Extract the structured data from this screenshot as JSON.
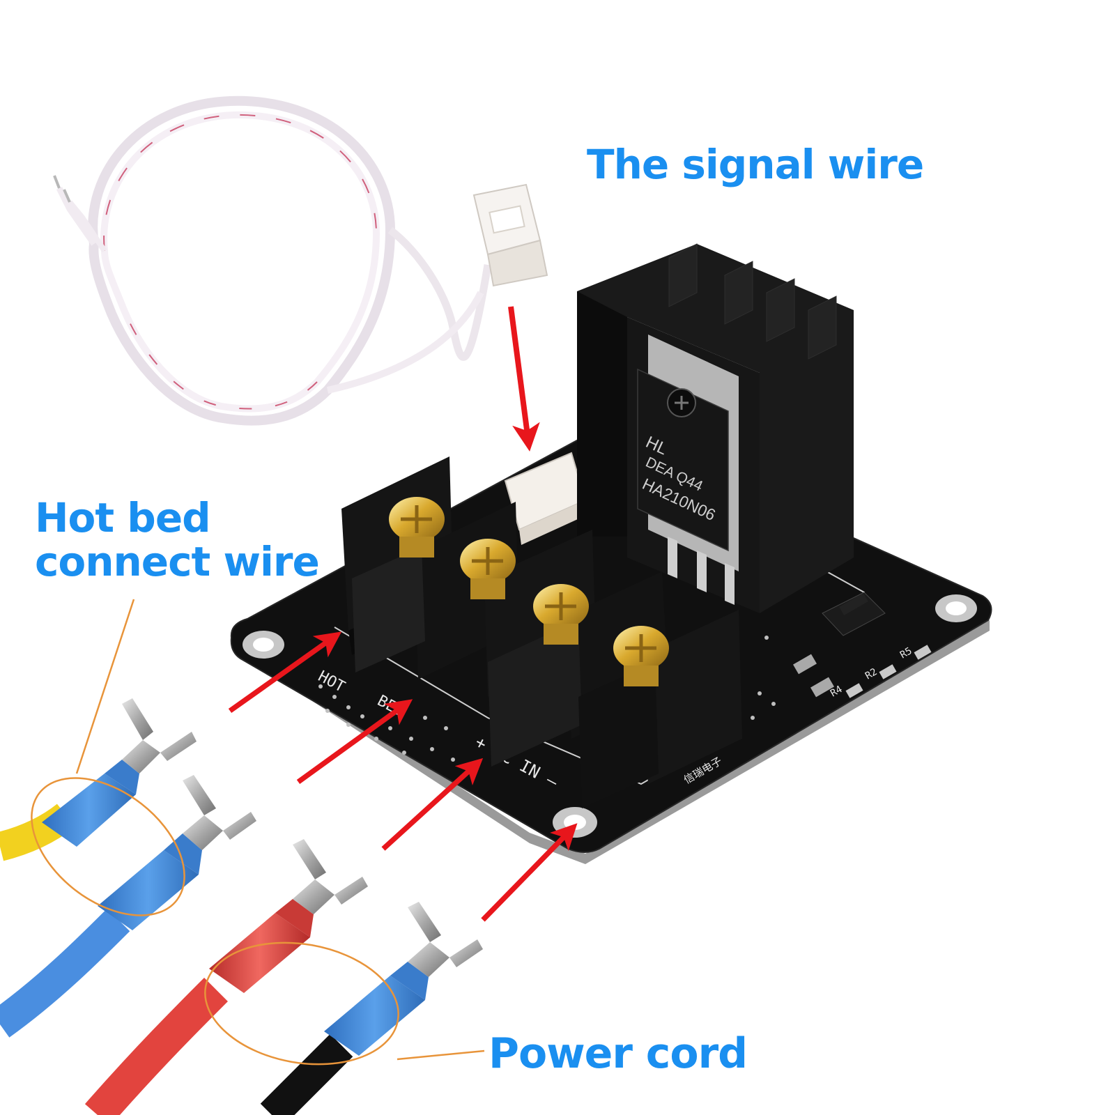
{
  "labels": {
    "signal_wire": "The signal wire",
    "hot_bed_line1": "Hot bed",
    "hot_bed_line2": "connect wire",
    "power_cord": "Power cord"
  },
  "board": {
    "silk_hot": "HOT",
    "silk_bed": "BED",
    "silk_dc_in": "+ DC IN –",
    "silk_vendor": "信瑞电子",
    "silk_r4": "R4",
    "silk_r2": "R2",
    "silk_r5": "R5",
    "mosfet_line1": "HL",
    "mosfet_line2": "DEA    Q44",
    "mosfet_line3": "HA210N06"
  },
  "colors": {
    "label_text": "#1a8ff0",
    "arrow": "#e8161c",
    "highlight_ellipse": "#e8943a",
    "pcb": "#101010",
    "heatsink": "#151515",
    "terminal_screw": "#d7a832",
    "insulator_blue": "#3f86d6",
    "wire_yellow": "#f2d11f",
    "wire_blue": "#4a8ee0",
    "wire_red": "#e2443e",
    "wire_black": "#111111"
  }
}
